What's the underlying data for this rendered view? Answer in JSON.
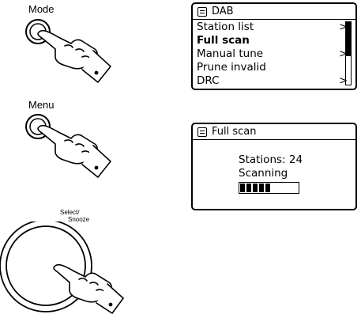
{
  "controls": {
    "mode_label": "Mode",
    "menu_label": "Menu",
    "knob_label_line1": "Select/",
    "knob_label_line2": "Snooze"
  },
  "screen1": {
    "title": "DAB",
    "items": [
      {
        "label": "Station list",
        "arrow": ">",
        "bold": false
      },
      {
        "label": "Full scan",
        "arrow": "",
        "bold": true
      },
      {
        "label": "Manual tune",
        "arrow": ">",
        "bold": false
      },
      {
        "label": "Prune invalid",
        "arrow": "",
        "bold": false
      },
      {
        "label": "DRC",
        "arrow": ">",
        "bold": false
      }
    ],
    "scroll_position_fraction": 0.55
  },
  "screen2": {
    "title": "Full scan",
    "stations_line": "Stations: 24",
    "status_line": "Scanning",
    "progress_segments_filled": 5
  }
}
